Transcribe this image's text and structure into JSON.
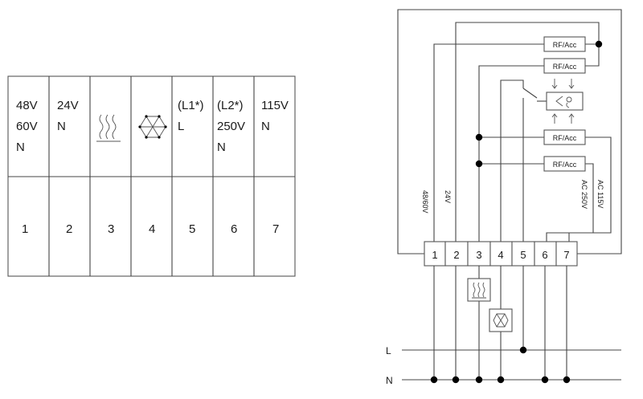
{
  "terminal_table": {
    "columns": [
      {
        "top": [
          "48V",
          "60V",
          "N"
        ],
        "number": "1"
      },
      {
        "top": [
          "24V",
          "N"
        ],
        "number": "2"
      },
      {
        "top": [],
        "icon": "heating-icon",
        "number": "3"
      },
      {
        "top": [],
        "icon": "cooling-icon",
        "number": "4"
      },
      {
        "top": [
          "(L1*)",
          "L"
        ],
        "number": "5"
      },
      {
        "top": [
          "(L2*)",
          "250V",
          "N"
        ],
        "number": "6"
      },
      {
        "top": [
          "115V",
          "N"
        ],
        "number": "7"
      }
    ]
  },
  "wiring": {
    "relay_label": "RF/Acc",
    "terminal_numbers": [
      "1",
      "2",
      "3",
      "4",
      "5",
      "6",
      "7"
    ],
    "voltage_labels": {
      "t1": "48/60V",
      "t2": "24V",
      "t6": "AC 250V",
      "t7": "AC 115V"
    },
    "rails": {
      "L": "L",
      "N": "N"
    },
    "icons": [
      "heating-icon",
      "cooling-icon",
      "switch-icon",
      "temperature-sensor-icon"
    ]
  }
}
